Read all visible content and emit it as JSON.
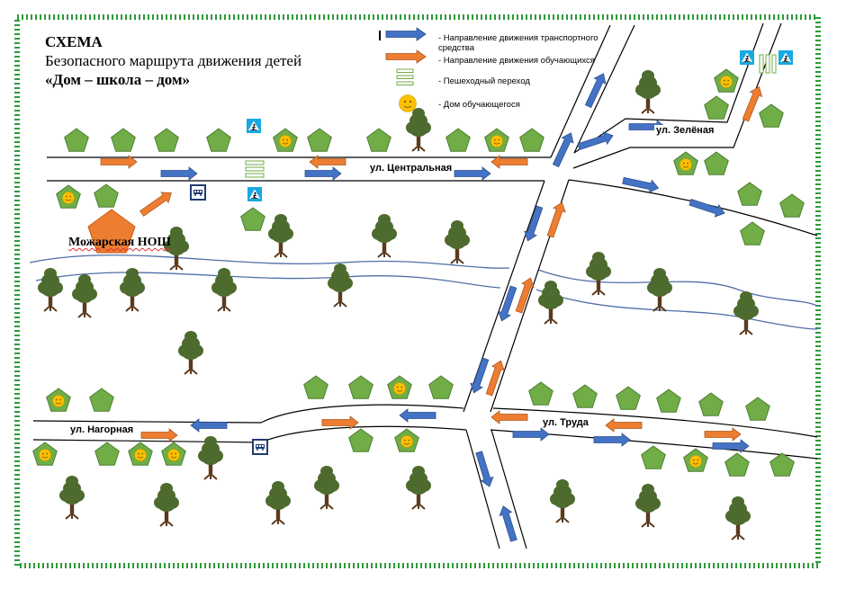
{
  "title": {
    "line1": "СХЕМА",
    "line2": "Безопасного маршрута движения детей",
    "line3": "«Дом – школа – дом»"
  },
  "legend": {
    "transport": "- Направление движения транспортного средства",
    "students": "- Направление движения обучающихся",
    "crossing": "- Пешеходный переход",
    "home": "- Дом обучающегося"
  },
  "streets": {
    "central": "ул. Центральная",
    "zelenaya": "ул. Зелёная",
    "truda": "ул. Труда",
    "nagornaya": "ул. Нагорная"
  },
  "school": "Можарская НОШ",
  "colors": {
    "border": "#2e9a3a",
    "house": "#70ad47",
    "house_stroke": "#4e7f32",
    "home_face": "#ffc000",
    "school": "#ed7d31",
    "transport_arrow": "#4472c4",
    "student_arrow": "#ed7d31",
    "river": "#4f6fa8",
    "tree_crown": "#4d6b2e",
    "tree_trunk": "#5b3a1e",
    "sign": "#17a9e1"
  },
  "icons": [
    "pedestrian-sign-icon",
    "bus-stop-icon",
    "tree-icon",
    "house-icon",
    "smiley-icon",
    "crosswalk-icon"
  ]
}
